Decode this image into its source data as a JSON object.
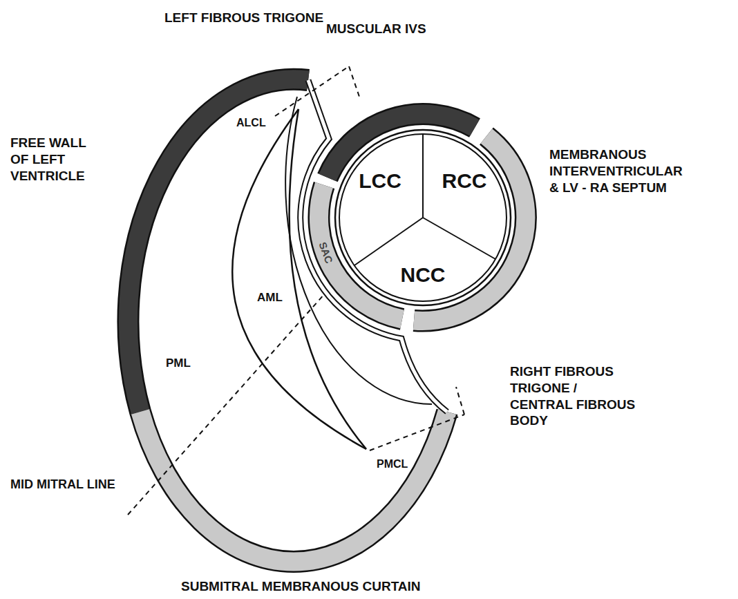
{
  "diagram": {
    "labels": [
      "LEFT FIBROUS TRIGONE",
      "MUSCULAR IVS",
      "FREE WALL OF LEFT VENTRICLE",
      "LCC",
      "RCC",
      "MEMBRANOUS INTERVENTRICULAR & LV - RA SEPTUM",
      "ALCL",
      "NCC",
      "SAC",
      "AML",
      "PML",
      "PMCL",
      "RIGHT FIBROUS TRIGONE / CENTRAL FIBROUS BODY",
      "MID MITRAL LINE",
      "SUBMITRAL MEMBRANOUS CURTAIN"
    ]
  }
}
